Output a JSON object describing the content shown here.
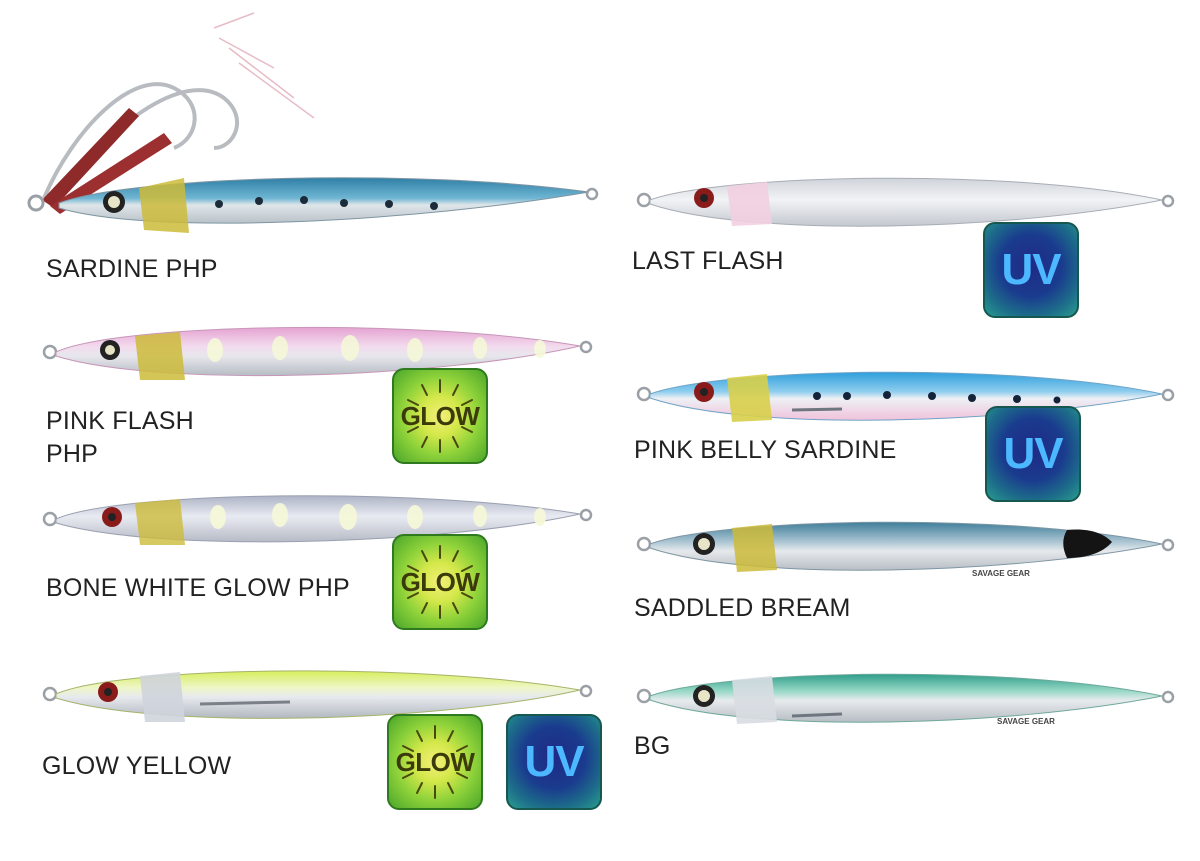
{
  "lures": [
    {
      "id": "sardine-php",
      "label": "SARDINE PHP",
      "badges": [],
      "colors": {
        "back": "#3f93b8",
        "belly": "#e7ecef",
        "accent": "#c9b53a"
      }
    },
    {
      "id": "pink-flash-php",
      "label_lines": [
        "PINK FLASH",
        "PHP"
      ],
      "badges": [
        "glow"
      ],
      "colors": {
        "back": "#e7a6d4",
        "belly": "#e9e9ee",
        "accent": "#c9b53a"
      }
    },
    {
      "id": "bone-white-glow-php",
      "label": "BONE WHITE GLOW PHP",
      "badges": [
        "glow"
      ],
      "colors": {
        "back": "#b9bfd0",
        "belly": "#e9eaf0",
        "accent": "#c9b53a"
      }
    },
    {
      "id": "glow-yellow",
      "label": "GLOW YELLOW",
      "badges": [
        "glow",
        "uv"
      ],
      "colors": {
        "back": "#d8ee6c",
        "belly": "#e9ecef",
        "accent": "#d9e48a"
      }
    },
    {
      "id": "last-flash",
      "label": "LAST FLASH",
      "badges": [
        "uv"
      ],
      "colors": {
        "back": "#d9dde4",
        "belly": "#eef0f3",
        "accent": "#f1cfe0"
      }
    },
    {
      "id": "pink-belly-sardine",
      "label": "PINK BELLY SARDINE",
      "badges": [
        "uv"
      ],
      "colors": {
        "back": "#36a3dc",
        "belly": "#f2c6df",
        "accent": "#d8d24a"
      }
    },
    {
      "id": "saddled-bream",
      "label": "SADDLED BREAM",
      "badges": [],
      "brand": "SAVAGE GEAR",
      "colors": {
        "back": "#5d8ea6",
        "belly": "#e6e9ec",
        "accent": "#c9b53a"
      }
    },
    {
      "id": "bg",
      "label": "BG",
      "badges": [],
      "brand": "SAVAGE GEAR",
      "colors": {
        "back": "#4bb8a0",
        "belly": "#e6eaec",
        "accent": "#9fd8c5"
      }
    }
  ],
  "badge_text": {
    "glow": "GLOW",
    "uv": "UV"
  }
}
